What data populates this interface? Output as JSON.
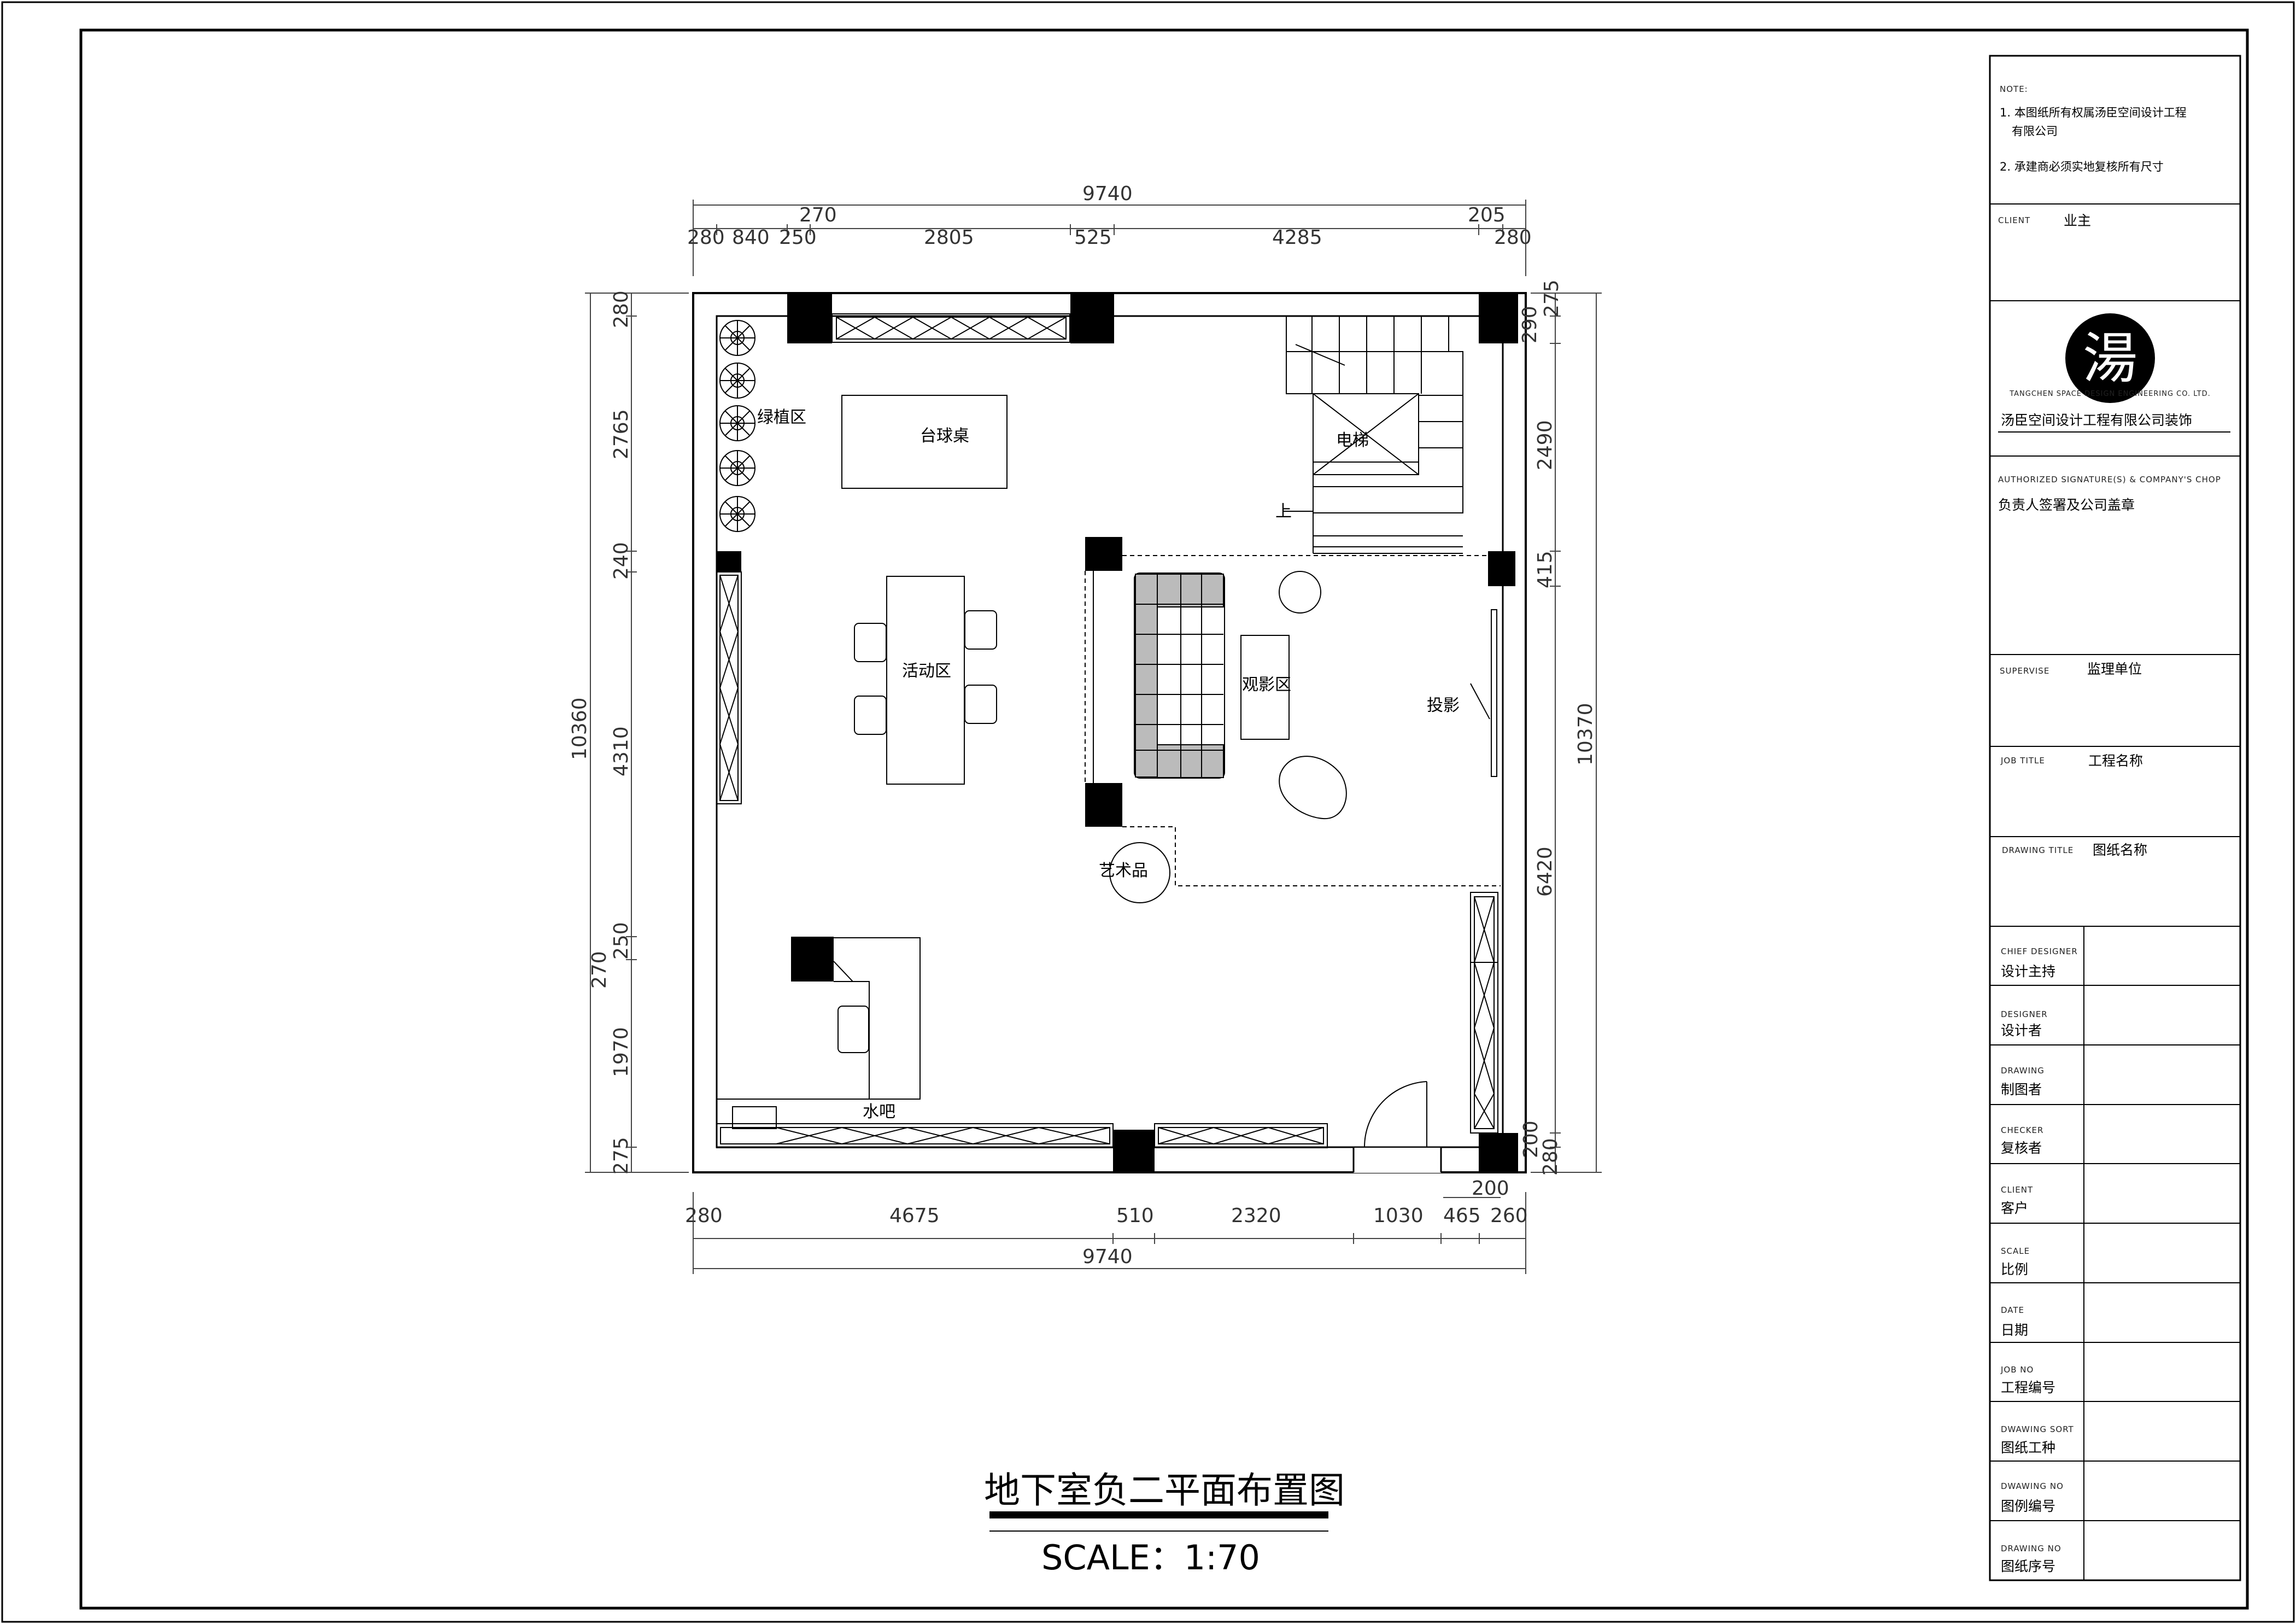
{
  "plan": {
    "dims_top_total": "9740",
    "dims_top": [
      "280",
      "840",
      "250",
      "2805",
      "525",
      "4285",
      "280"
    ],
    "dims_top_small": [
      "270",
      "205"
    ],
    "dims_bottom": [
      "280",
      "4675",
      "510",
      "2320",
      "1030",
      "465",
      "260"
    ],
    "dims_bottom_small": "200",
    "dims_bottom_total": "9740",
    "dims_left_total": "10360",
    "dims_left": [
      "280",
      "2765",
      "240",
      "4310",
      "250",
      "1970",
      "275"
    ],
    "dims_left_small": "270",
    "dims_right_total": "10370",
    "dims_right": [
      "275",
      "290",
      "2490",
      "415",
      "6420",
      "200",
      "280"
    ],
    "labels": {
      "green": "绿植区",
      "billiard": "台球桌",
      "elevator": "电梯",
      "up": "上",
      "activity": "活动区",
      "theater": "观影区",
      "projection": "投影",
      "art": "艺术品",
      "bar": "水吧"
    }
  },
  "drawing_title": "地下室负二平面布置图",
  "scale_text": "SCALE：1:70",
  "title_block": {
    "note_head": "NOTE:",
    "note1_a": "1. 本图纸所有权属汤臣空间设计工程",
    "note1_b": "有限公司",
    "note2": "2. 承建商必须实地复核所有尺寸",
    "client_en": "CLIENT",
    "client_cn": "业主",
    "logo_char": "湯",
    "company_en": "TANGCHEN SPACE DESIGN ENGINEERING CO. LTD.",
    "company_cn": "汤臣空间设计工程有限公司装饰",
    "auth_en": "AUTHORIZED SIGNATURE(S) & COMPANY'S CHOP",
    "auth_cn": "负责人签署及公司盖章",
    "supervise_en": "SUPERVISE",
    "supervise_cn": "监理单位",
    "job_title_en": "JOB TITLE",
    "job_title_cn": "工程名称",
    "drawing_title_en": "DRAWING TITLE",
    "drawing_title_cn": "图纸名称",
    "rows": [
      {
        "en": "CHIEF DESIGNER",
        "cn": "设计主持"
      },
      {
        "en": "DESIGNER",
        "cn": "设计者"
      },
      {
        "en": "DRAWING",
        "cn": "制图者"
      },
      {
        "en": "CHECKER",
        "cn": "复核者"
      },
      {
        "en": "CLIENT",
        "cn": "客户"
      },
      {
        "en": "SCALE",
        "cn": "比例"
      },
      {
        "en": "DATE",
        "cn": "日期"
      },
      {
        "en": "JOB NO",
        "cn": "工程编号"
      },
      {
        "en": "DWAWING SORT",
        "cn": "图纸工种"
      },
      {
        "en": "DWAWING NO",
        "cn": "图例编号"
      },
      {
        "en": "DRAWING NO",
        "cn": "图纸序号"
      }
    ]
  }
}
